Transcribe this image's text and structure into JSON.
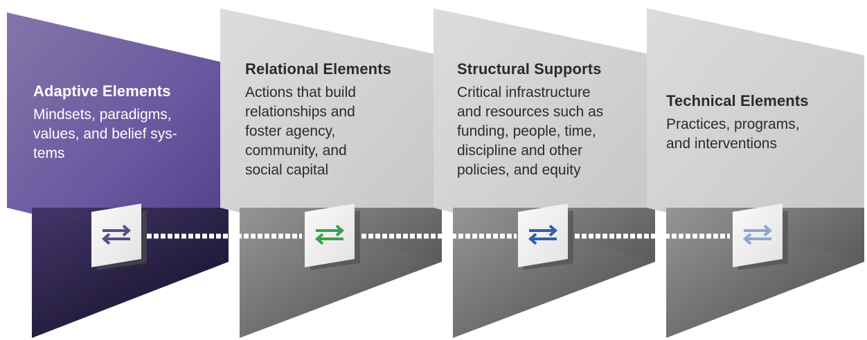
{
  "panels": [
    {
      "title": "Adaptive Elements",
      "description": "Mindsets, paradigms, values, and belief sys-tems",
      "desc_lines": [
        "Mindsets, paradigms,",
        "values, and belief sys-",
        "tems"
      ],
      "arrow_color": "#5b4a8b"
    },
    {
      "title": "Relational Elements",
      "description": "Actions that build relationships and foster agency, community, and social capital",
      "desc_lines": [
        "Actions that build",
        "relationships and",
        "foster agency,",
        "community, and",
        "social capital"
      ],
      "arrow_color": "#3aa04a"
    },
    {
      "title": "Structural Supports",
      "description": "Critical infrastructure and resources such as funding, people, time, discipline and other policies, and equity",
      "desc_lines": [
        "Critical infrastructure",
        "and resources such as",
        "funding, people, time,",
        "discipline and other",
        "policies, and equity"
      ],
      "arrow_color": "#2f5fa7"
    },
    {
      "title": "Technical Elements",
      "description": "Practices, programs, and interventions",
      "desc_lines": [
        "Practices, programs,",
        "and interventions"
      ],
      "arrow_color": "#8fa6d1"
    }
  ],
  "colors": {
    "purple_top": "#7a6aa0",
    "purple_mid": "#5a4a88",
    "purple_bottom": "#1e1838",
    "gray_light": "#e6e6e6",
    "gray_mid": "#bfbfbf",
    "gray_dark": "#3a3a3a",
    "connector": "#ffffff"
  }
}
